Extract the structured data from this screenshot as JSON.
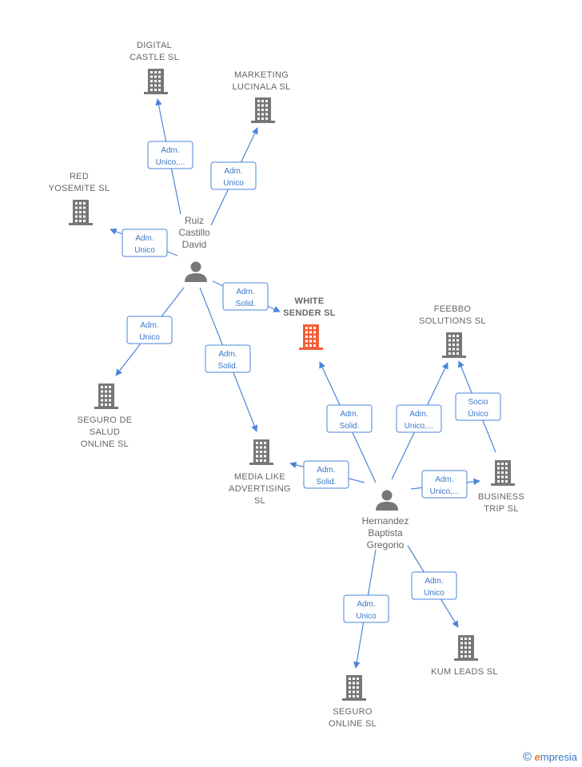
{
  "colors": {
    "edge": "#4a86d8",
    "building": "#777777",
    "building_highlight": "#f0603a",
    "person": "#777777"
  },
  "people": [
    {
      "id": "ruiz",
      "lines": [
        "Ruiz",
        "Castillo",
        "David"
      ]
    },
    {
      "id": "hernandez",
      "lines": [
        "Hernandez",
        "Baptista",
        "Gregorio"
      ]
    }
  ],
  "companies": [
    {
      "id": "digital",
      "lines": [
        "DIGITAL",
        "CASTLE  SL"
      ]
    },
    {
      "id": "marketing",
      "lines": [
        "MARKETING",
        "LUCINALA  SL"
      ]
    },
    {
      "id": "red",
      "lines": [
        "RED",
        "YOSEMITE  SL"
      ]
    },
    {
      "id": "white",
      "lines": [
        "WHITE",
        "SENDER  SL"
      ],
      "highlight": true
    },
    {
      "id": "feebbo",
      "lines": [
        "FEEBBO",
        "SOLUTIONS SL"
      ]
    },
    {
      "id": "seguro_salud",
      "lines": [
        "SEGURO DE",
        "SALUD",
        "ONLINE  SL"
      ]
    },
    {
      "id": "media",
      "lines": [
        "MEDIA LIKE",
        "ADVERTISING",
        "SL"
      ]
    },
    {
      "id": "business",
      "lines": [
        "BUSINESS",
        "TRIP  SL"
      ]
    },
    {
      "id": "kum",
      "lines": [
        "KUM LEADS  SL"
      ]
    },
    {
      "id": "seguro_online",
      "lines": [
        "SEGURO",
        "ONLINE  SL"
      ]
    }
  ],
  "relations": [
    {
      "id": "r1",
      "lines": [
        "Adm.",
        "Unico,..."
      ]
    },
    {
      "id": "r2",
      "lines": [
        "Adm.",
        "Unico"
      ]
    },
    {
      "id": "r3",
      "lines": [
        "Adm.",
        "Unico"
      ]
    },
    {
      "id": "r4",
      "lines": [
        "Adm.",
        "Solid."
      ]
    },
    {
      "id": "r5",
      "lines": [
        "Adm.",
        "Unico"
      ]
    },
    {
      "id": "r6",
      "lines": [
        "Adm.",
        "Solid."
      ]
    },
    {
      "id": "r7",
      "lines": [
        "Adm.",
        "Solid."
      ]
    },
    {
      "id": "r8",
      "lines": [
        "Adm.",
        "Unico,..."
      ]
    },
    {
      "id": "r9",
      "lines": [
        "Socio",
        "Único"
      ]
    },
    {
      "id": "r10",
      "lines": [
        "Adm.",
        "Solid."
      ]
    },
    {
      "id": "r11",
      "lines": [
        "Adm.",
        "Unico,..."
      ]
    },
    {
      "id": "r12",
      "lines": [
        "Adm.",
        "Unico"
      ]
    },
    {
      "id": "r13",
      "lines": [
        "Adm.",
        "Unico"
      ]
    }
  ],
  "footer": {
    "copyright": "©",
    "brand_first": "e",
    "brand_rest": "mpresia"
  }
}
